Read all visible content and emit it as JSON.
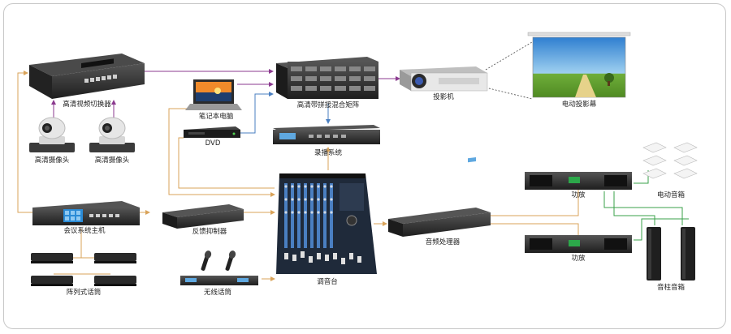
{
  "colors": {
    "purple": "#8b3a8f",
    "orange": "#d9a35a",
    "blue": "#4a7fc1",
    "green": "#3aa14a",
    "device": "#2b2b2b",
    "device_face": "#3c3c3c"
  },
  "labels": {
    "hd_switcher": "高清视频切换器",
    "hd_camera_1": "高清摄像头",
    "hd_camera_2": "高清摄像头",
    "conf_host": "会议系统主机",
    "array_mic": "阵列式话筒",
    "laptop": "笔记本电脑",
    "dvd": "DVD",
    "matrix": "高清带拼接混合矩阵",
    "recorder": "录播系统",
    "feedback": "反馈抑制器",
    "wireless_mic": "无线话筒",
    "mixer": "调音台",
    "audio_proc": "音频处理器",
    "projector": "投影机",
    "screen": "电动投影幕",
    "amp_1": "功放",
    "amp_2": "功放",
    "ceiling_speaker": "电动音箱",
    "column_speaker": "音柱音箱"
  }
}
